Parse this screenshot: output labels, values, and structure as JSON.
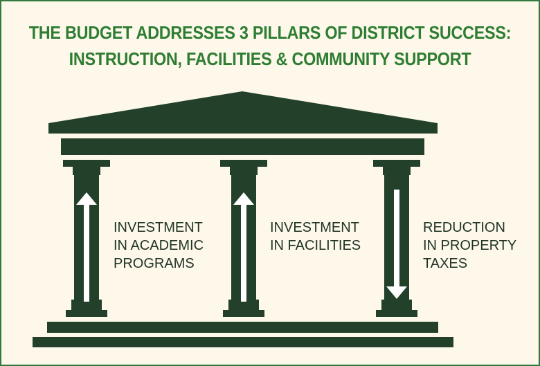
{
  "title": {
    "line1": "THE BUDGET ADDRESSES 3 PILLARS OF DISTRICT SUCCESS:",
    "line2": "INSTRUCTION, FACILITIES & COMMUNITY SUPPORT"
  },
  "colors": {
    "title": "#2e7d32",
    "temple": "#22402a",
    "background": "#fdf8ea",
    "arrow": "#ffffff"
  },
  "pillars": [
    {
      "label": "INVESTMENT\nIN ACADEMIC\nPROGRAMS",
      "arrow": "up"
    },
    {
      "label": "INVESTMENT\nIN FACILITIES",
      "arrow": "up"
    },
    {
      "label": "REDUCTION\nIN PROPERTY\nTAXES",
      "arrow": "down"
    }
  ]
}
